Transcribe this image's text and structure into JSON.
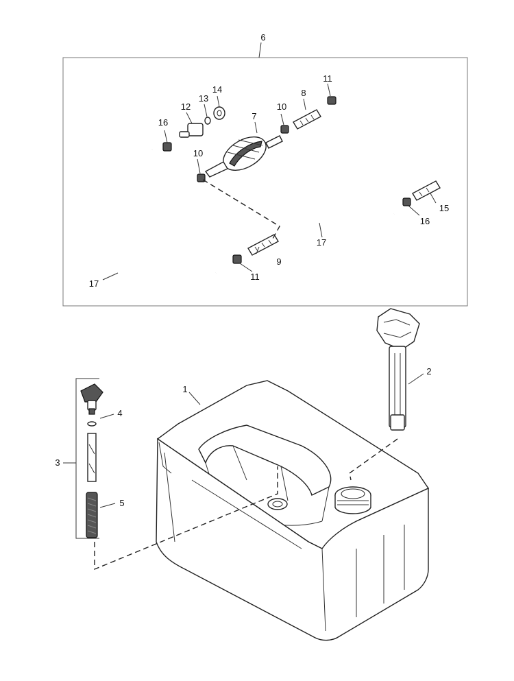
{
  "callouts": [
    {
      "id": "6",
      "text": "6"
    },
    {
      "id": "7",
      "text": "7"
    },
    {
      "id": "8",
      "text": "8"
    },
    {
      "id": "9",
      "text": "9"
    },
    {
      "id": "10a",
      "text": "10"
    },
    {
      "id": "10b",
      "text": "10"
    },
    {
      "id": "11a",
      "text": "11"
    },
    {
      "id": "11b",
      "text": "11"
    },
    {
      "id": "12",
      "text": "12"
    },
    {
      "id": "13",
      "text": "13"
    },
    {
      "id": "14",
      "text": "14"
    },
    {
      "id": "15",
      "text": "15"
    },
    {
      "id": "16a",
      "text": "16"
    },
    {
      "id": "16b",
      "text": "16"
    },
    {
      "id": "17a",
      "text": "17"
    },
    {
      "id": "17b",
      "text": "17"
    },
    {
      "id": "1",
      "text": "1"
    },
    {
      "id": "2",
      "text": "2"
    },
    {
      "id": "3",
      "text": "3"
    },
    {
      "id": "4",
      "text": "4"
    },
    {
      "id": "5",
      "text": "5"
    }
  ],
  "parts": {
    "fuel_tank": "fuel-tank",
    "fuel_gauge": "fuel-gauge",
    "fuel_pickup": "fuel-pickup-assembly",
    "fuel_line_kit": "fuel-line-kit",
    "primer_bulb": "primer-bulb"
  }
}
